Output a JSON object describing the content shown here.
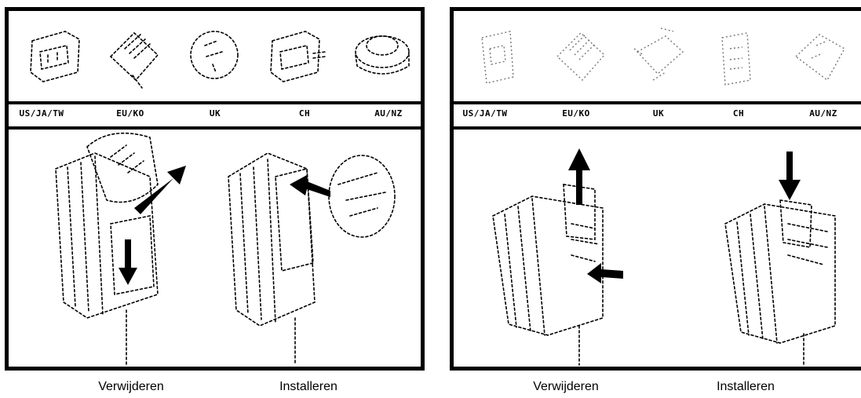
{
  "left_panel": {
    "regions": [
      "US/JA/TW",
      "EU/KO",
      "UK",
      "CH",
      "AU/NZ"
    ],
    "steps": [
      "Verwijderen",
      "Installeren"
    ]
  },
  "right_panel": {
    "regions": [
      "US/JA/TW",
      "EU/KO",
      "UK",
      "CH",
      "AU/NZ"
    ],
    "steps": [
      "Verwijderen",
      "Installeren"
    ]
  }
}
